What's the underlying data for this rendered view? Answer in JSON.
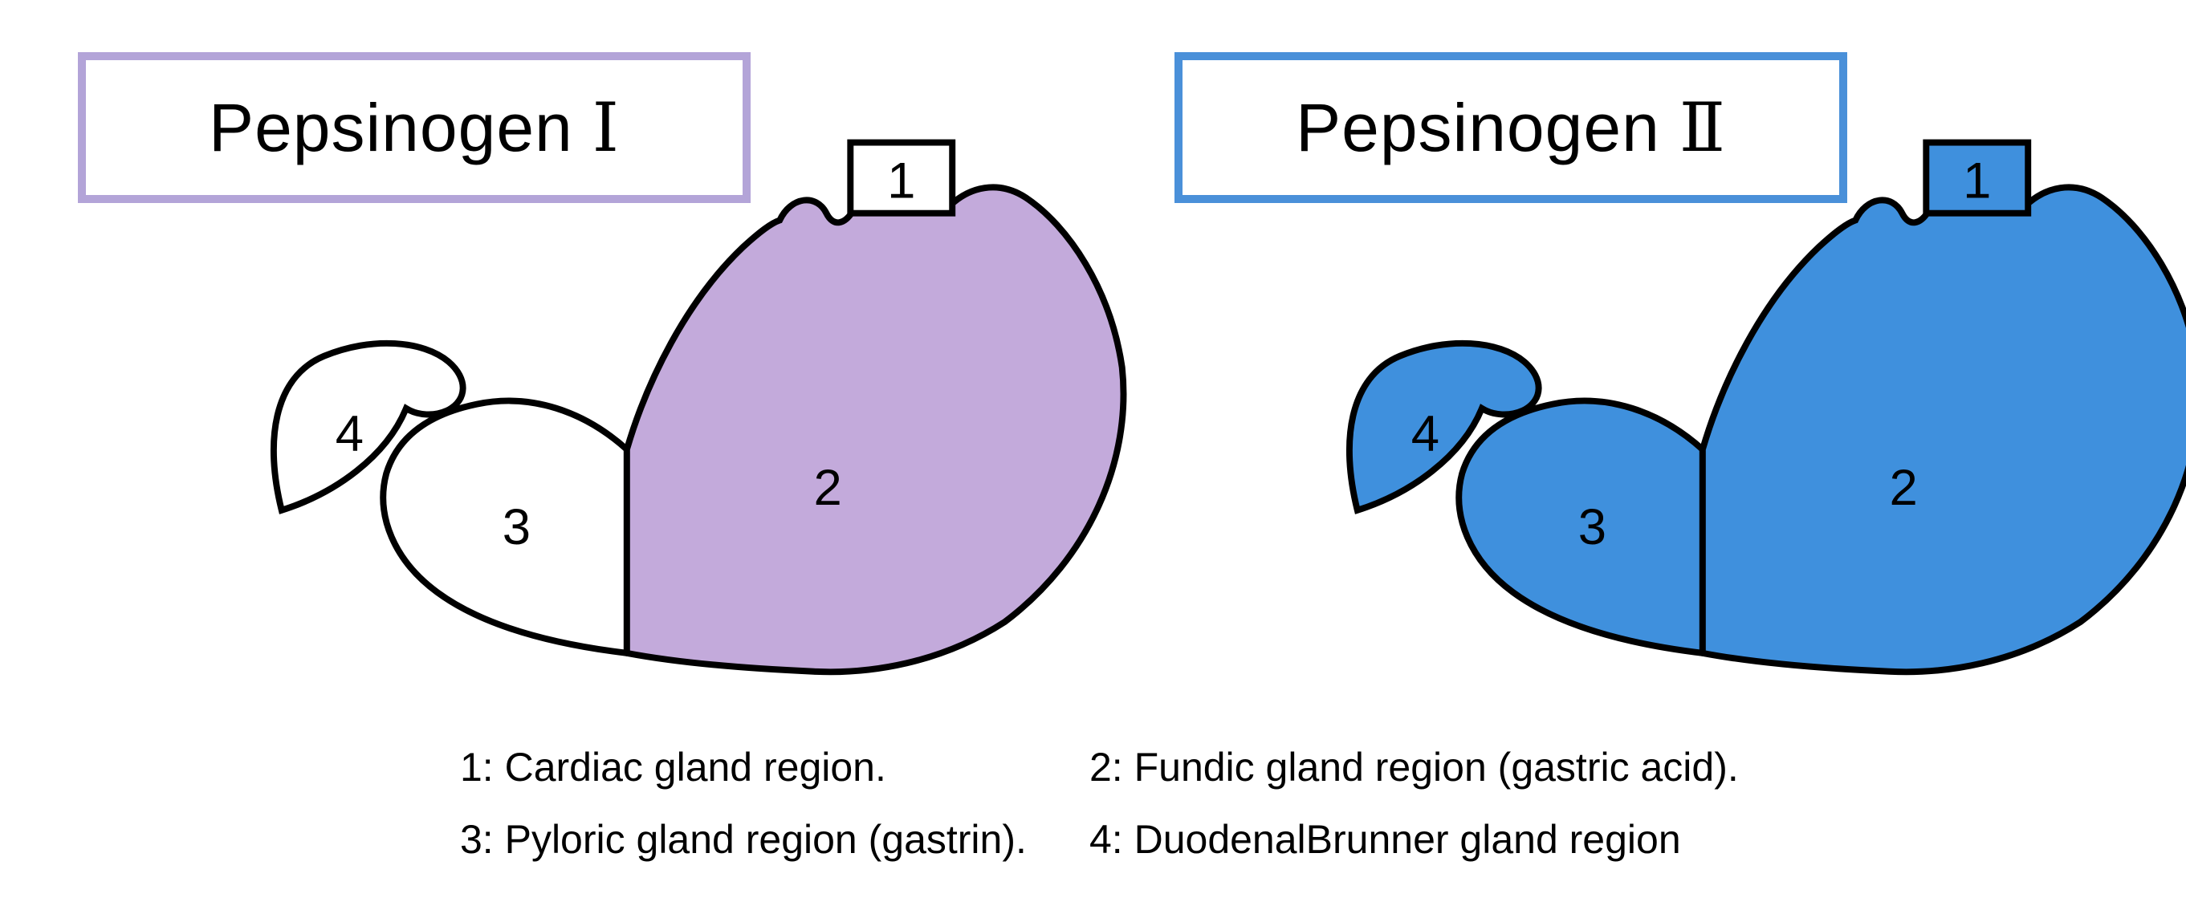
{
  "colors": {
    "background": "#ffffff",
    "outline": "#000000",
    "purple_box_border": "#b3a4d8",
    "blue_box_border": "#4a90d9",
    "purple_fill": "#c3aadb",
    "blue_fill": "#3f90dd",
    "white_fill": "#ffffff"
  },
  "left_panel": {
    "title_text": "Pepsinogen",
    "title_numeral": "Ⅰ",
    "fills": {
      "r1": "#ffffff",
      "r2": "#c3aadb",
      "r3": "#ffffff",
      "r4": "#ffffff"
    }
  },
  "right_panel": {
    "title_text": "Pepsinogen",
    "title_numeral": "Ⅱ",
    "fills": {
      "r1": "#3f90dd",
      "r2": "#3f90dd",
      "r3": "#3f90dd",
      "r4": "#3f90dd"
    }
  },
  "region_labels": {
    "r1": "1",
    "r2": "2",
    "r3": "3",
    "r4": "4"
  },
  "legend": {
    "items": [
      "1: Cardiac gland region.",
      "2: Fundic gland region (gastric acid).",
      "3: Pyloric gland region (gastrin).",
      "4: DuodenalBrunner gland region"
    ]
  }
}
